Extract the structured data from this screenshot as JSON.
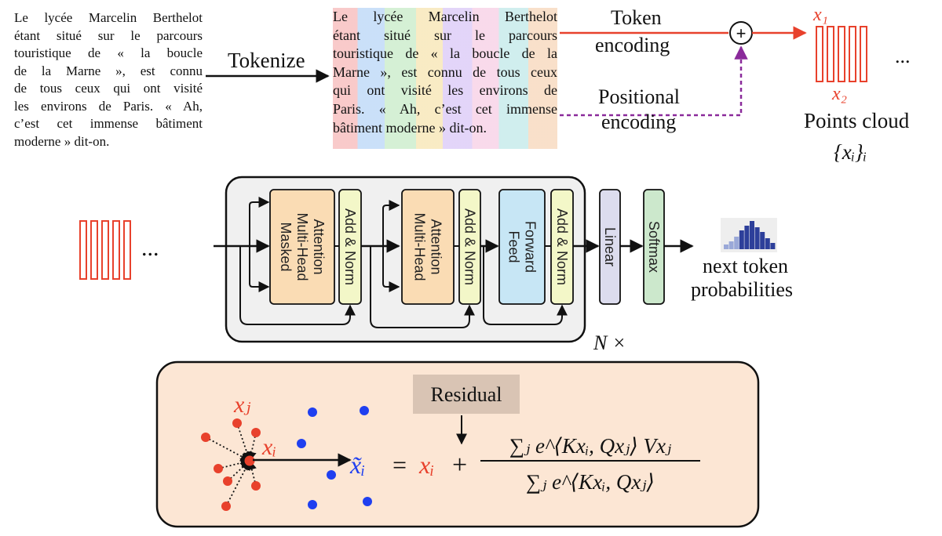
{
  "source_text": {
    "lines": [
      "Le lycée Marcelin Berthelot",
      "étant situé sur le parcours",
      "touristique de « la boucle",
      "de la Marne », est connu",
      "de tous ceux qui ont visité",
      "les environs de Paris. « Ah,",
      "c’est cet immense bâtiment",
      "moderne » dit-on."
    ]
  },
  "tokenize_label": "Tokenize",
  "tokenized_text": {
    "lines": [
      "Le lycée Marcelin Berthelot",
      "étant situé sur le parcours",
      "touristique de « la boucle de la",
      "Marne », est connu de tous ceux",
      "qui ont visité les environs de",
      "Paris. « Ah, c’est cet immense",
      "bâtiment moderne » dit-on."
    ]
  },
  "token_encoding_label": [
    "Token",
    "encoding"
  ],
  "positional_encoding_label": [
    "Positional",
    "encoding"
  ],
  "plus_symbol": "+",
  "points_cloud": {
    "x1_label": "x₁",
    "x2_label": "x₂",
    "ellipsis": "...",
    "title": "Points cloud",
    "set_label": "{xᵢ}ᵢ"
  },
  "transformer": {
    "input_ellipsis": "...",
    "blocks": [
      {
        "label": [
          "Masked",
          "Multi-Head",
          "Attention"
        ],
        "color": "#fadcb4"
      },
      {
        "label": [
          "Add & Norm"
        ],
        "color": "#f3f7c8"
      },
      {
        "label": [
          "Multi-Head",
          "Attention"
        ],
        "color": "#fadcb4"
      },
      {
        "label": [
          "Add & Norm"
        ],
        "color": "#f3f7c8"
      },
      {
        "label": [
          "Feed",
          "Forward"
        ],
        "color": "#c7e6f5"
      },
      {
        "label": [
          "Add & Norm"
        ],
        "color": "#f3f7c8"
      },
      {
        "label": [
          "Linear"
        ],
        "color": "#dcdcee"
      },
      {
        "label": [
          "Softmax"
        ],
        "color": "#cce8cc"
      }
    ],
    "repeat_label": "N ×",
    "output_label": [
      "next token",
      "probabilities"
    ]
  },
  "attention_panel": {
    "residual_label": "Residual",
    "xj_label": "xⱼ",
    "xi_label": "xᵢ",
    "xtilde_label": "x̃ᵢ",
    "equals": "=",
    "rhs_xi": "xᵢ",
    "plus": "+",
    "numerator": "∑ⱼ e^⟨Kxᵢ, Qxⱼ⟩ Vxⱼ",
    "denominator": "∑ⱼ e^⟨Kxᵢ, Qxⱼ⟩",
    "panel_color": "#fce6d4"
  },
  "colors": {
    "red": "#e8412c",
    "blue": "#1f3ff0",
    "purple": "#8a2a9a"
  }
}
